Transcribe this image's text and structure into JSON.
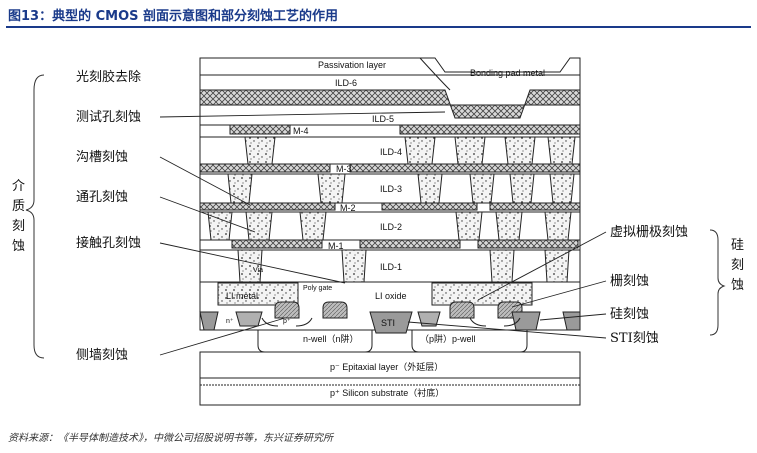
{
  "title": "图13：典型的 CMOS 剖面示意图和部分刻蚀工艺的作用",
  "source": "资料来源：《半导体制造技术》，中微公司招股说明书等，东兴证券研究所",
  "left_labels": [
    "光刻胶去除",
    "测试孔刻蚀",
    "沟槽刻蚀",
    "通孔刻蚀",
    "接触孔刻蚀",
    "侧墙刻蚀"
  ],
  "left_group": "介质刻蚀",
  "right_labels": [
    "虚拟栅极刻蚀",
    "栅刻蚀",
    "硅刻蚀",
    "STI刻蚀"
  ],
  "right_group": "硅刻蚀",
  "layers": {
    "passivation": "Passivation layer",
    "bonding": "Bonding pad metal",
    "ild6": "ILD-6",
    "m4": "M-4",
    "ild5": "ILD-5",
    "ild4": "ILD-4",
    "m3": "M-3",
    "ild3": "ILD-3",
    "m2": "M-2",
    "ild2": "ILD-2",
    "m1": "M-1",
    "ild1": "ILD-1",
    "via": "Via",
    "li_metal": "LI metal",
    "poly_gate": "Poly gate",
    "li_oxide": "LI oxide",
    "sti": "STI",
    "nwell": "n-well（n阱）",
    "pwell": "（p阱）p-well",
    "epi": "p⁻ Epitaxial layer（外延层）",
    "substrate": "p⁺ Silicon substrate（衬底）",
    "n_plus": "n⁺",
    "p_plus": "p⁺"
  }
}
